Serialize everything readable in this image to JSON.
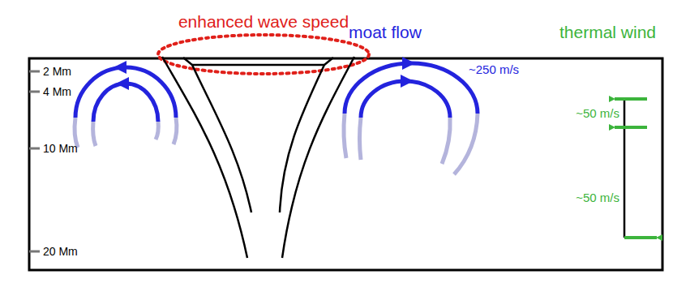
{
  "diagram": {
    "labels": [
      "enhanced wave speed",
      "moat flow",
      "~250 m/s",
      "thermal wind",
      "2 Mm",
      "4 Mm",
      "10 Mm",
      "~50 m/s",
      "~50 m/s",
      "20 Mm"
    ]
  }
}
